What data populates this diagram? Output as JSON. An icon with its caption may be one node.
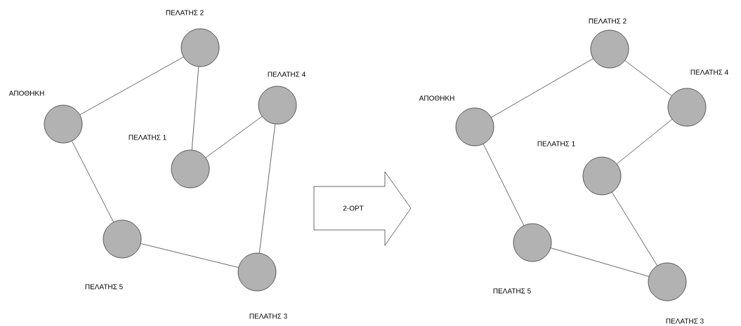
{
  "diagram": {
    "nodes": [
      {
        "text": [],
        "shape": "circle",
        "beside": [
          "ΑΠΟΘΗΚΗ"
        ]
      },
      {
        "text": [],
        "shape": "circle",
        "beside": [
          "ΠΕΛΑΤΗΣ 2"
        ]
      },
      {
        "text": [],
        "shape": "circle",
        "beside": [
          "ΠΕΛΑΤΗΣ 4"
        ]
      },
      {
        "text": [],
        "shape": "circle",
        "beside": [
          "ΠΕΛΑΤΗΣ 1"
        ]
      },
      {
        "text": [],
        "shape": "circle",
        "beside": [
          "ΠΕΛΑΤΗΣ 5"
        ]
      },
      {
        "text": [],
        "shape": "circle",
        "beside": [
          "ΠΕΛΑΤΗΣ 3"
        ]
      },
      {
        "text": [
          "2-OPT"
        ]
      },
      {
        "text": [],
        "shape": "circle",
        "beside": [
          "ΠΕΛΑΤΗΣ 2"
        ]
      },
      {
        "text": [],
        "shape": "circle",
        "beside": [
          "ΑΠΟΘΗΚΗ"
        ]
      },
      {
        "text": [],
        "shape": "circle",
        "beside": [
          "ΠΕΛΑΤΗΣ 4"
        ]
      },
      {
        "text": [],
        "shape": "circle",
        "beside": [
          "ΠΕΛΑΤΗΣ 1"
        ]
      },
      {
        "text": [],
        "shape": "circle",
        "beside": [
          "ΠΕΛΑΤΗΣ 5"
        ]
      },
      {
        "text": [],
        "shape": "circle",
        "beside": [
          "ΠΕΛΑΤΗΣ 3"
        ]
      }
    ],
    "edges": [
      {
        "from": 0,
        "to": 1,
        "arrow": "none"
      },
      {
        "from": 1,
        "to": 3,
        "arrow": "none"
      },
      {
        "from": 3,
        "to": 2,
        "arrow": "none"
      },
      {
        "from": 2,
        "to": 5,
        "arrow": "none"
      },
      {
        "from": 5,
        "to": 4,
        "arrow": "none"
      },
      {
        "from": 4,
        "to": 0,
        "arrow": "none"
      },
      {
        "from": 8,
        "to": 7,
        "arrow": "none"
      },
      {
        "from": 7,
        "to": 9,
        "arrow": "none"
      },
      {
        "from": 9,
        "to": 10,
        "arrow": "none"
      },
      {
        "from": 10,
        "to": 12,
        "arrow": "none"
      },
      {
        "from": 12,
        "to": 11,
        "arrow": "none"
      },
      {
        "from": 11,
        "to": 8,
        "arrow": "none"
      }
    ]
  }
}
